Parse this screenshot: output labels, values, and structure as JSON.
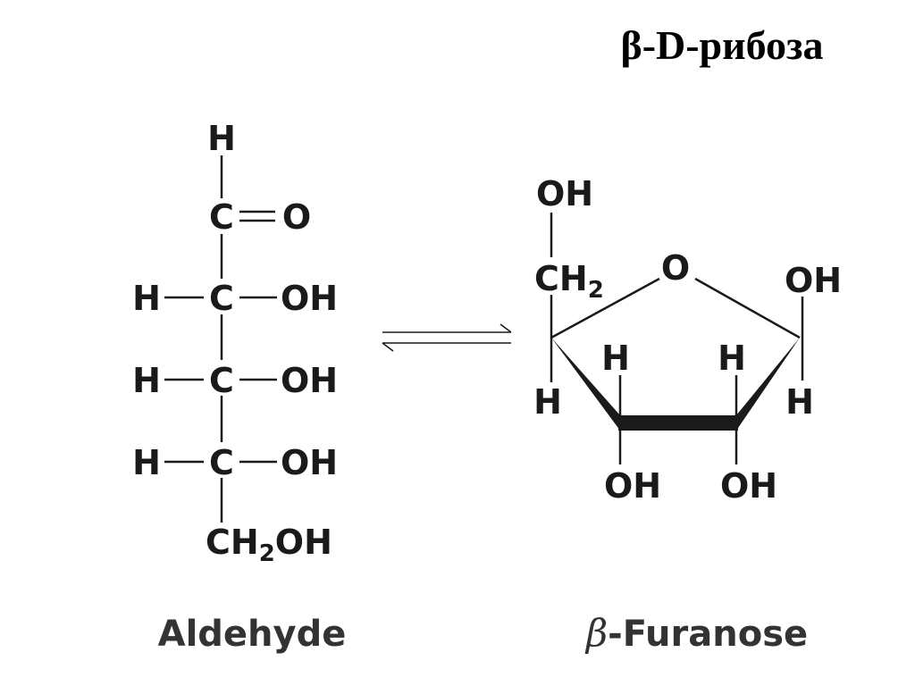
{
  "title": "β-D-рибоза",
  "aldehyde": {
    "caption": "Aldehyde",
    "atoms": {
      "top_h": "H",
      "c1": "C",
      "o1": "O",
      "row2_h": "H",
      "row2_c": "C",
      "row2_oh": "OH",
      "row3_h": "H",
      "row3_c": "C",
      "row3_oh": "OH",
      "row4_h": "H",
      "row4_c": "C",
      "row4_oh": "OH",
      "ch2oh_main": "CH",
      "ch2oh_sub": "2",
      "ch2oh_tail": "OH"
    }
  },
  "furanose": {
    "caption_prefix": "β",
    "caption_suffix": "-Furanose",
    "atoms": {
      "top_oh": "OH",
      "ch2_main": "CH",
      "ch2_sub": "2",
      "ring_o": "O",
      "right_oh": "OH",
      "c4_h": "H",
      "c3_h": "H",
      "c2_h": "H",
      "c1_h": "H",
      "c3_oh": "OH",
      "c2_oh": "OH"
    }
  }
}
